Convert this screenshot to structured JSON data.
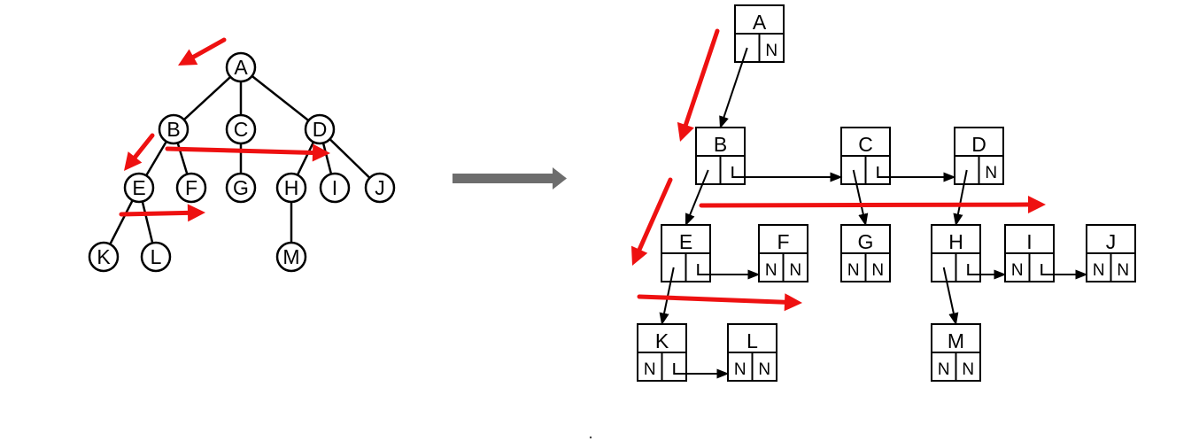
{
  "tree": {
    "nodes": [
      {
        "id": "A",
        "label": "A"
      },
      {
        "id": "B",
        "label": "B"
      },
      {
        "id": "C",
        "label": "C"
      },
      {
        "id": "D",
        "label": "D"
      },
      {
        "id": "E",
        "label": "E"
      },
      {
        "id": "F",
        "label": "F"
      },
      {
        "id": "G",
        "label": "G"
      },
      {
        "id": "H",
        "label": "H"
      },
      {
        "id": "I",
        "label": "I"
      },
      {
        "id": "J",
        "label": "J"
      },
      {
        "id": "K",
        "label": "K"
      },
      {
        "id": "L",
        "label": "L"
      },
      {
        "id": "M",
        "label": "M"
      }
    ],
    "edges": [
      [
        "A",
        "B"
      ],
      [
        "A",
        "C"
      ],
      [
        "A",
        "D"
      ],
      [
        "B",
        "E"
      ],
      [
        "B",
        "F"
      ],
      [
        "C",
        "G"
      ],
      [
        "D",
        "H"
      ],
      [
        "D",
        "I"
      ],
      [
        "D",
        "J"
      ],
      [
        "E",
        "K"
      ],
      [
        "E",
        "L"
      ],
      [
        "H",
        "M"
      ]
    ]
  },
  "binary_tree": {
    "null_marker": "N",
    "nodes": [
      {
        "id": "A",
        "label": "A",
        "first_child": "B",
        "next_sibling": null
      },
      {
        "id": "B",
        "label": "B",
        "first_child": "E",
        "next_sibling": "C"
      },
      {
        "id": "C",
        "label": "C",
        "first_child": "G",
        "next_sibling": "D"
      },
      {
        "id": "D",
        "label": "D",
        "first_child": "H",
        "next_sibling": null
      },
      {
        "id": "E",
        "label": "E",
        "first_child": "K",
        "next_sibling": "F"
      },
      {
        "id": "F",
        "label": "F",
        "first_child": null,
        "next_sibling": null
      },
      {
        "id": "G",
        "label": "G",
        "first_child": null,
        "next_sibling": null
      },
      {
        "id": "H",
        "label": "H",
        "first_child": "M",
        "next_sibling": "I"
      },
      {
        "id": "I",
        "label": "I",
        "first_child": null,
        "next_sibling": "J"
      },
      {
        "id": "J",
        "label": "J",
        "first_child": null,
        "next_sibling": null
      },
      {
        "id": "K",
        "label": "K",
        "first_child": null,
        "next_sibling": "L"
      },
      {
        "id": "L",
        "label": "L",
        "first_child": null,
        "next_sibling": null
      },
      {
        "id": "M",
        "label": "M",
        "first_child": null,
        "next_sibling": null
      }
    ]
  },
  "colors": {
    "line": "#000000",
    "traversal_arrow": "#ee1111",
    "transform_arrow": "#6d6d6d"
  }
}
